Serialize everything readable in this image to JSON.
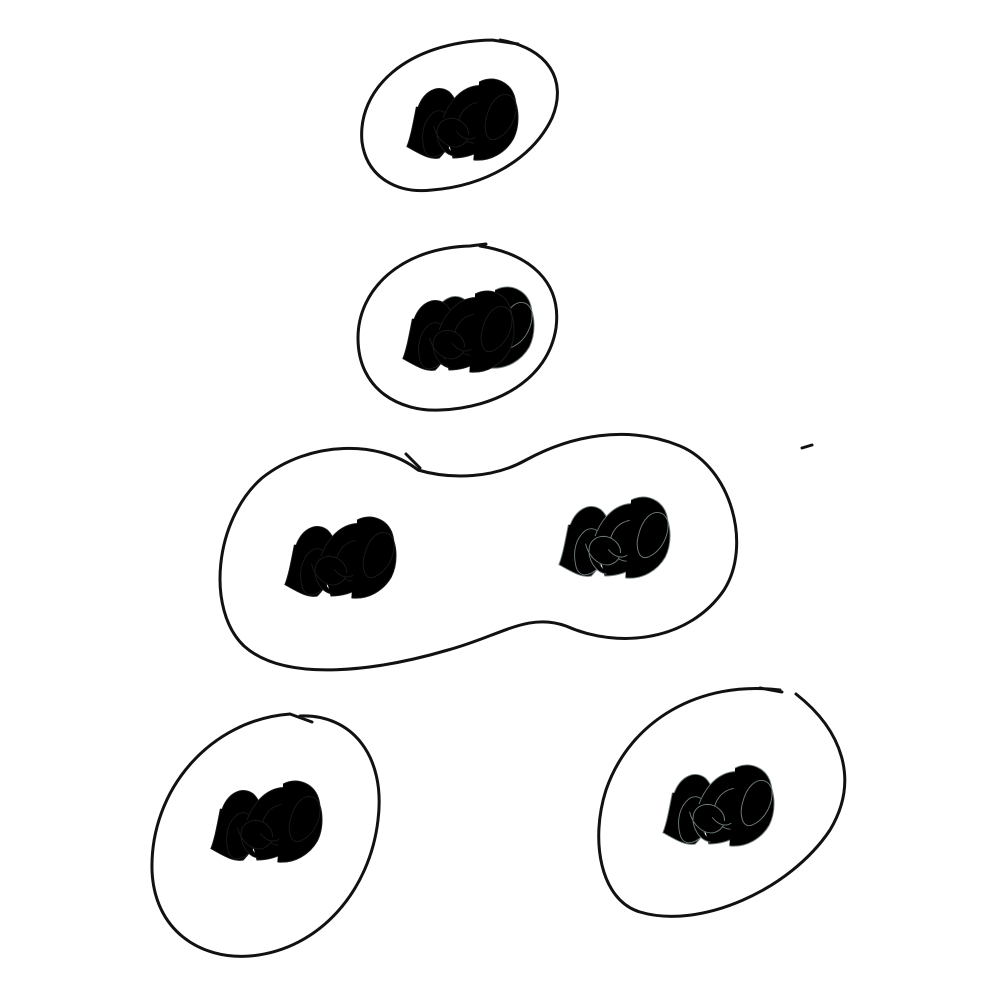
{
  "diagram": {
    "kind": "hand-drawn cell division sketch",
    "stages": [
      {
        "id": "parent-cell",
        "nuclei": [
          "dark"
        ]
      },
      {
        "id": "replicated-cell",
        "nuclei": [
          "dark",
          "gray"
        ]
      },
      {
        "id": "dividing-cell",
        "nuclei": [
          "dark",
          "gray"
        ]
      },
      {
        "id": "daughter-cell-left",
        "nuclei": [
          "dark"
        ]
      },
      {
        "id": "daughter-cell-right",
        "nuclei": [
          "gray"
        ]
      }
    ]
  },
  "colors": {
    "background": "#ffffff",
    "outline": "#111111",
    "nucleus_dark": "#1a1a1a",
    "nucleus_gray": "#6f7b7c"
  }
}
